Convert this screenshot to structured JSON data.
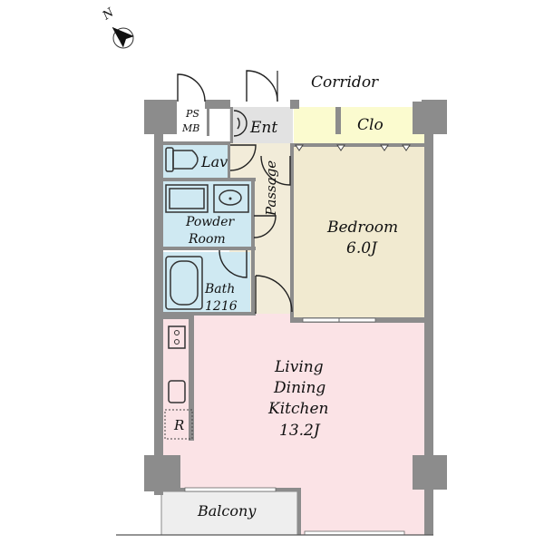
{
  "compass": {
    "label": "N",
    "icon": "north-arrow-icon"
  },
  "labels": {
    "corridor": "Corridor",
    "ps": "PS",
    "mb": "MB",
    "ent": "Ent",
    "clo": "Clo",
    "lav": "Lav",
    "passage": "Passage",
    "powder_line1": "Powder",
    "powder_line2": "Room",
    "bath_line1": "Bath",
    "bath_line2": "1216",
    "bedroom_line1": "Bedroom",
    "bedroom_line2": "6.0J",
    "ldk_line1": "Living",
    "ldk_line2": "Dining",
    "ldk_line3": "Kitchen",
    "ldk_line4": "13.2J",
    "fridge": "R",
    "balcony": "Balcony"
  },
  "colors": {
    "wall": "#8c8c8c",
    "water_rooms": "#cfe9f2",
    "bedroom": "#f1ead0",
    "living": "#fbe3e6",
    "passage": "#f2ecd9",
    "closet": "#fbfbcf",
    "balcony": "#eeeeee",
    "entrance": "#e2e2e2"
  }
}
